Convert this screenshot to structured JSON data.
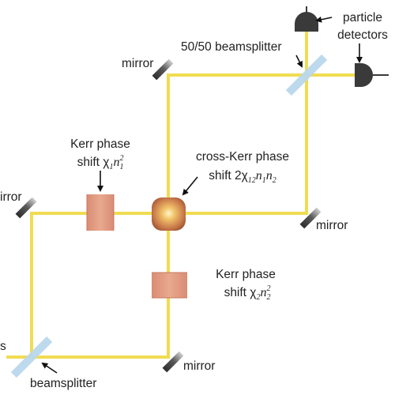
{
  "labels": {
    "detectors_line1": "particle",
    "detectors_line2": "detectors",
    "bs5050": "50/50 beamsplitter",
    "mirror_top_left": "mirror",
    "mirror_left": "irror",
    "mirror_right": "mirror",
    "mirror_bottom": "mirror",
    "beamsplitter": "beamsplitter",
    "left_edge_fragment": "s",
    "kerr1_line1": "Kerr phase",
    "kerr1_shift": "shift χ",
    "kerr1_sub1": "1",
    "kerr1_n": "n",
    "kerr1_sub2": "1",
    "kerr1_sup": "2",
    "cross_line1": "cross-Kerr phase",
    "cross_shift": "shift 2χ",
    "cross_sub": "12",
    "cross_n1": "n",
    "cross_n1_sub": "1",
    "cross_n2": "n",
    "cross_n2_sub": "2",
    "kerr2_line1": "Kerr phase",
    "kerr2_shift": "shift χ",
    "kerr2_sub1": "2",
    "kerr2_n": "n",
    "kerr2_sub2": "2",
    "kerr2_sup": "2"
  },
  "colors": {
    "beam": "#f0dc52",
    "beamsplitter": "#b9d7ec",
    "mirror_dark": "#4a4a4a",
    "mirror_light": "#bdbdbd",
    "kerr_cell": "#de9a82",
    "kerr_cell_edge": "#c9785f",
    "crosskerr_center": "#f6d28a",
    "crosskerr_edge": "#b0603a",
    "detector": "#3a3a3a",
    "text": "#222222"
  }
}
